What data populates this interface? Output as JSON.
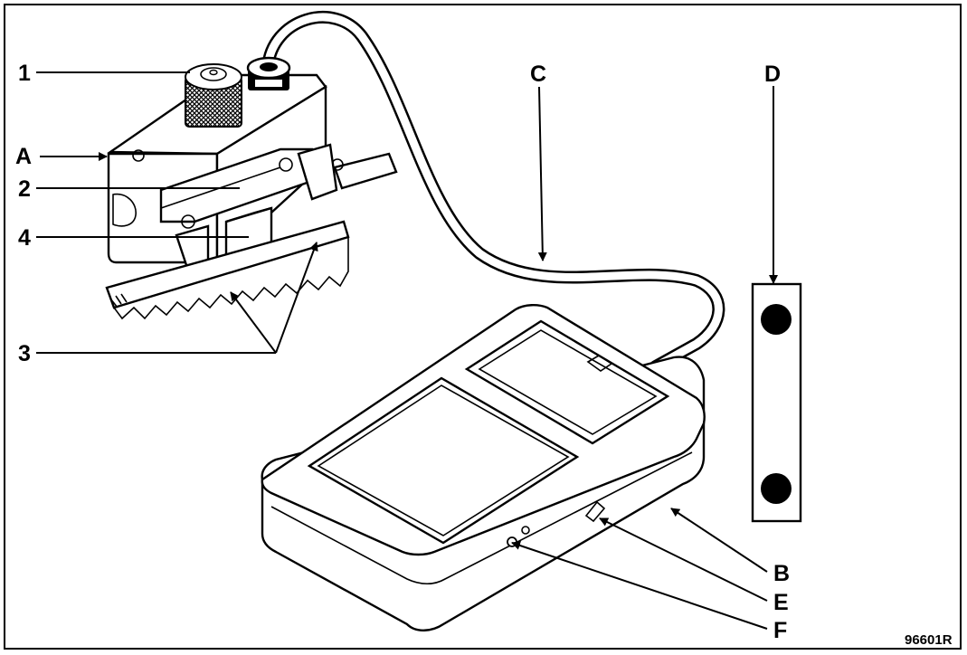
{
  "labels": {
    "n1": "1",
    "n2": "2",
    "n3": "3",
    "n4": "4",
    "a": "A",
    "b": "B",
    "c": "C",
    "d": "D",
    "e": "E",
    "f": "F"
  },
  "reference_code": "96601R"
}
